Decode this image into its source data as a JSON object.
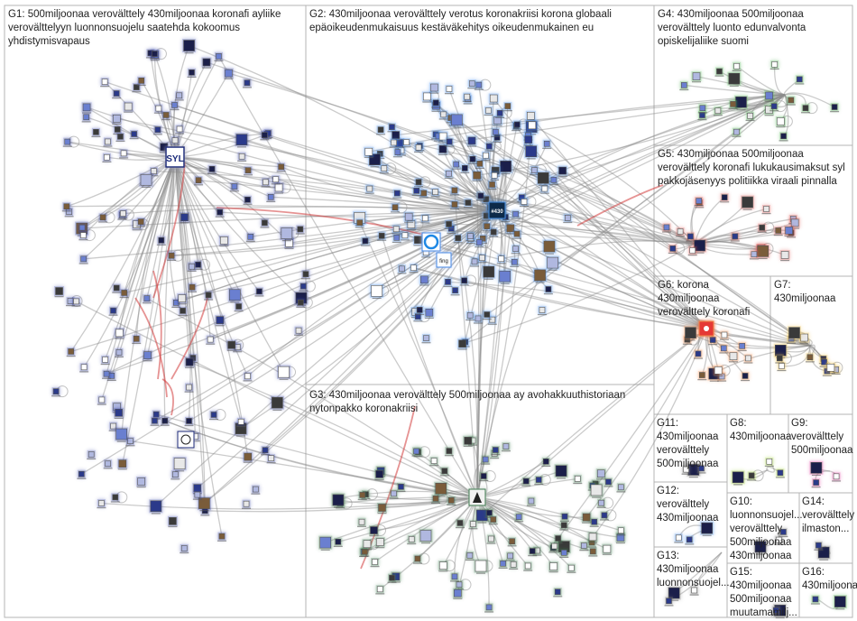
{
  "graph": {
    "groups": [
      {
        "id": "G1",
        "lines": [
          "G1: 500miljoonaa verovälttely 430miljoonaa koronafi ayliike",
          "verovälttelyyn luonnonsuojelu saatehda kokoomus",
          "yhdistymisvapaus"
        ],
        "glow": "#3c4aa8"
      },
      {
        "id": "G2",
        "lines": [
          "G2: 430miljoonaa verovälttely verotus koronakriisi korona globaali",
          "epäoikeudenmukaisuus kestäväkehitys oikeudenmukainen eu"
        ],
        "glow": "#3f86e6"
      },
      {
        "id": "G3",
        "lines": [
          "G3: 430miljoonaa verovälttely 500miljoonaa ay avohakkuuthistoriaan",
          "nytonpakko koronakriisi"
        ],
        "glow": "#3d7a4f"
      },
      {
        "id": "G4",
        "lines": [
          "G4: 430miljoonaa 500miljoonaa",
          "verovälttely luonto edunvalvonta",
          "opiskelijaliike suomi"
        ],
        "glow": "#4caf50"
      },
      {
        "id": "G5",
        "lines": [
          "G5: 430miljoonaa 500miljoonaa",
          "verovälttely koronafi lukukausimaksut syl",
          "pakkojäsenyys politiikka viraali pinnalla"
        ],
        "glow": "#d9534f"
      },
      {
        "id": "G6",
        "lines": [
          "G6: korona",
          "430miljoonaa",
          "verovälttely koronafi"
        ],
        "glow": "#f08a4b"
      },
      {
        "id": "G7",
        "lines": [
          "G7:",
          "430miljoonaa"
        ],
        "glow": "#f0c24b"
      },
      {
        "id": "G8",
        "lines": [
          "G8:",
          "430miljoonaa"
        ],
        "glow": "#9acd32"
      },
      {
        "id": "G9",
        "lines": [
          "G9:",
          "verovälttely",
          "500miljoonaa"
        ],
        "glow": "#e040a0"
      },
      {
        "id": "G10",
        "lines": [
          "G10:",
          "luonnonsuojel...",
          "verovälttely",
          "500miljoonaa",
          "430miljoonaa"
        ],
        "glow": "#888888"
      },
      {
        "id": "G11",
        "lines": [
          "G11:",
          "430miljoonaa",
          "verovälttely",
          "500miljoonaa"
        ],
        "glow": "#888888"
      },
      {
        "id": "G12",
        "lines": [
          "G12:",
          "verovälttely",
          "430miljoonaa"
        ],
        "glow": "#3f86e6"
      },
      {
        "id": "G13",
        "lines": [
          "G13:",
          "430miljoonaa",
          "luonnonsuojel..."
        ],
        "glow": "#888888"
      },
      {
        "id": "G14",
        "lines": [
          "G14:",
          "verovälttely",
          "ilmaston..."
        ],
        "glow": "#888888"
      },
      {
        "id": "G15",
        "lines": [
          "G15:",
          "430miljoonaa",
          "500miljoonaa",
          "muutamamilj..."
        ],
        "glow": "#888888"
      },
      {
        "id": "G16",
        "lines": [
          "G16:",
          "430miljoonaa"
        ],
        "glow": "#4caf50"
      }
    ],
    "hub_labels": {
      "syl": "SYL",
      "g2_hub": "#430",
      "g2_hub2": "fing"
    }
  }
}
